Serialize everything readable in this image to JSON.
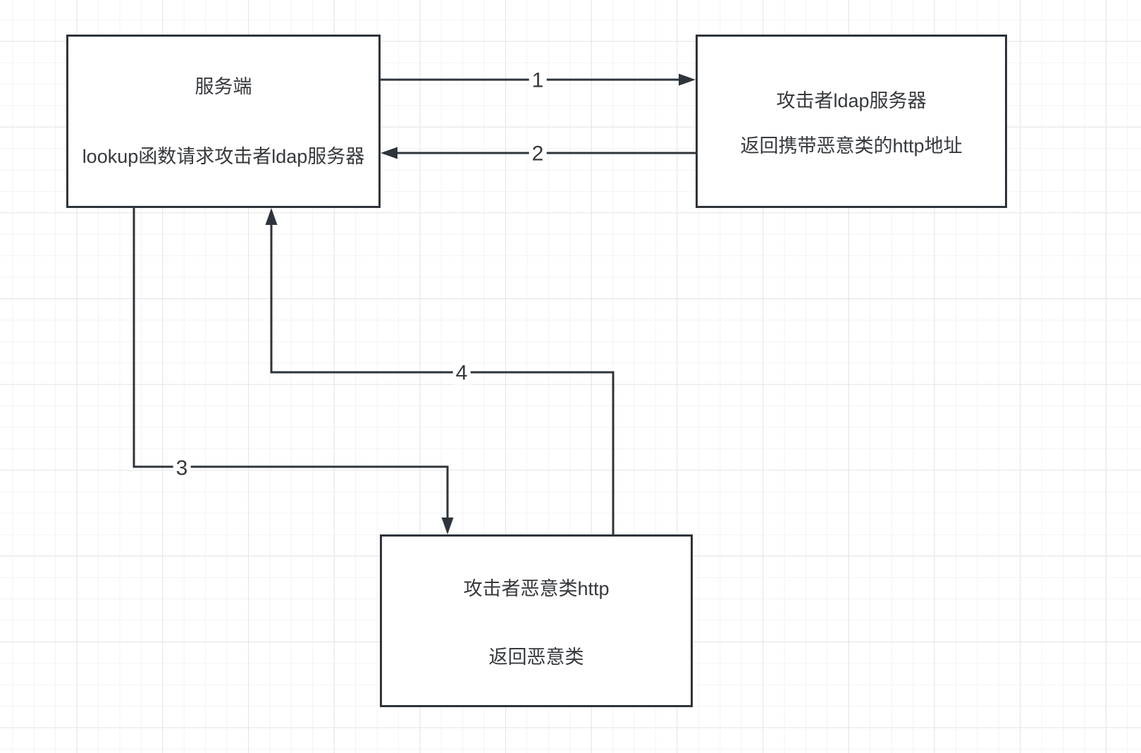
{
  "nodes": {
    "server": {
      "line1": "服务端",
      "line2": "lookup函数请求攻击者ldap服务器"
    },
    "attacker_ldap": {
      "line1": "攻击者ldap服务器",
      "line2": "返回携带恶意类的http地址"
    },
    "malicious_http": {
      "line1": "攻击者恶意类http",
      "line2": "返回恶意类"
    }
  },
  "edges": [
    {
      "label": "1",
      "from": "server",
      "to": "attacker_ldap"
    },
    {
      "label": "2",
      "from": "attacker_ldap",
      "to": "server"
    },
    {
      "label": "3",
      "from": "server",
      "to": "malicious_http"
    },
    {
      "label": "4",
      "from": "malicious_http",
      "to": "server"
    }
  ],
  "colors": {
    "stroke": "#2e343b",
    "text": "#36393d",
    "background": "#ffffff",
    "grid_minor": "#f3f3f4",
    "grid_major": "#e4e4e6"
  }
}
